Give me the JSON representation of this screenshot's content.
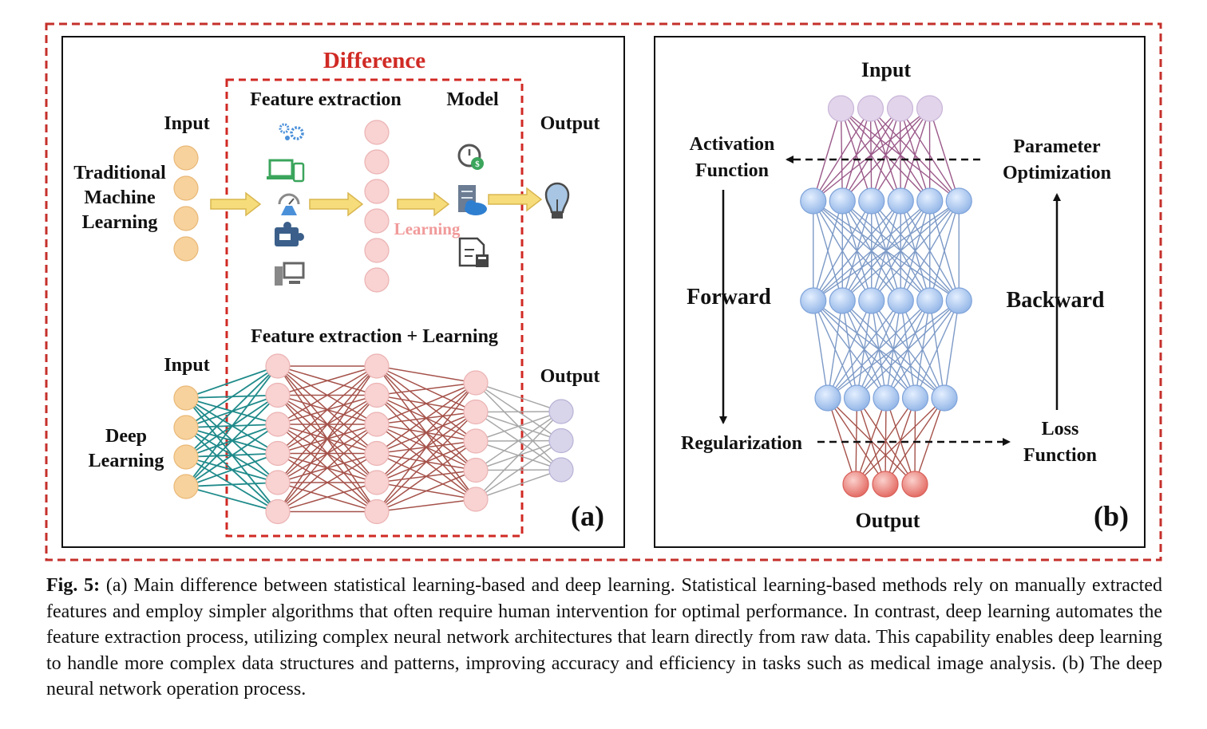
{
  "panel_a": {
    "difference_title": "Difference",
    "traditional": {
      "input_label": "Input",
      "row_label": [
        "Traditional",
        "Machine",
        "Learning"
      ],
      "feature_extraction_label": "Feature extraction",
      "model_label": "Model",
      "learning_label": "Learning",
      "output_label": "Output"
    },
    "deep": {
      "fe_learning_label": "Feature extraction + Learning",
      "input_label": "Input",
      "row_label": [
        "Deep",
        "Learning"
      ],
      "output_label": "Output"
    },
    "panel_tag": "(a)"
  },
  "panel_b": {
    "input_label": "Input",
    "activation_label": [
      "Activation",
      "Function"
    ],
    "parameter_label": [
      "Parameter",
      "Optimization"
    ],
    "forward_label": "Forward",
    "backward_label": "Backward",
    "regularization_label": "Regularization",
    "loss_label": [
      "Loss",
      "Function"
    ],
    "output_label": "Output",
    "panel_tag": "(b)",
    "layer_sizes": [
      4,
      6,
      6,
      5,
      3
    ]
  },
  "panel_a_network": {
    "traditional_layers": [
      4,
      6
    ],
    "deep_layers": [
      4,
      6,
      6,
      5,
      3
    ]
  },
  "colors": {
    "border_red": "#c4302b",
    "orange_node": "#f7d29c",
    "pink_node": "#f9d2d2",
    "purple_node": "#d8d4ea",
    "teal_edge": "#1f8a8a",
    "brown_edge": "#a5524a",
    "gray_edge": "#a8a8a8",
    "blue_node": "#a9c8f0",
    "blue_edge": "#7d9ac7",
    "lilac_node": "#e2d4ea",
    "plum_edge": "#9b5a8a",
    "red_node": "#e87a72",
    "arrow_yellow": "#f6dc7a"
  },
  "icons": [
    "gears-icon",
    "devices-icon",
    "gauge-flask-icon",
    "puzzle-dc-icon",
    "computer-icon",
    "clock-money-icon",
    "server-cloud-icon",
    "document-calculator-icon",
    "lightbulb-icon"
  ],
  "caption": {
    "label": "Fig. 5:",
    "text": "(a) Main difference between statistical learning-based and deep learning. Statistical learning-based methods rely on manually extracted features and employ simpler algorithms that often require human intervention for optimal performance. In contrast, deep learning automates the feature extraction process, utilizing complex neural network architectures that learn directly from raw data. This capability enables deep learning to handle more complex data structures and patterns, improving accuracy and efficiency in tasks such as medical image analysis. (b) The deep neural network operation process."
  }
}
